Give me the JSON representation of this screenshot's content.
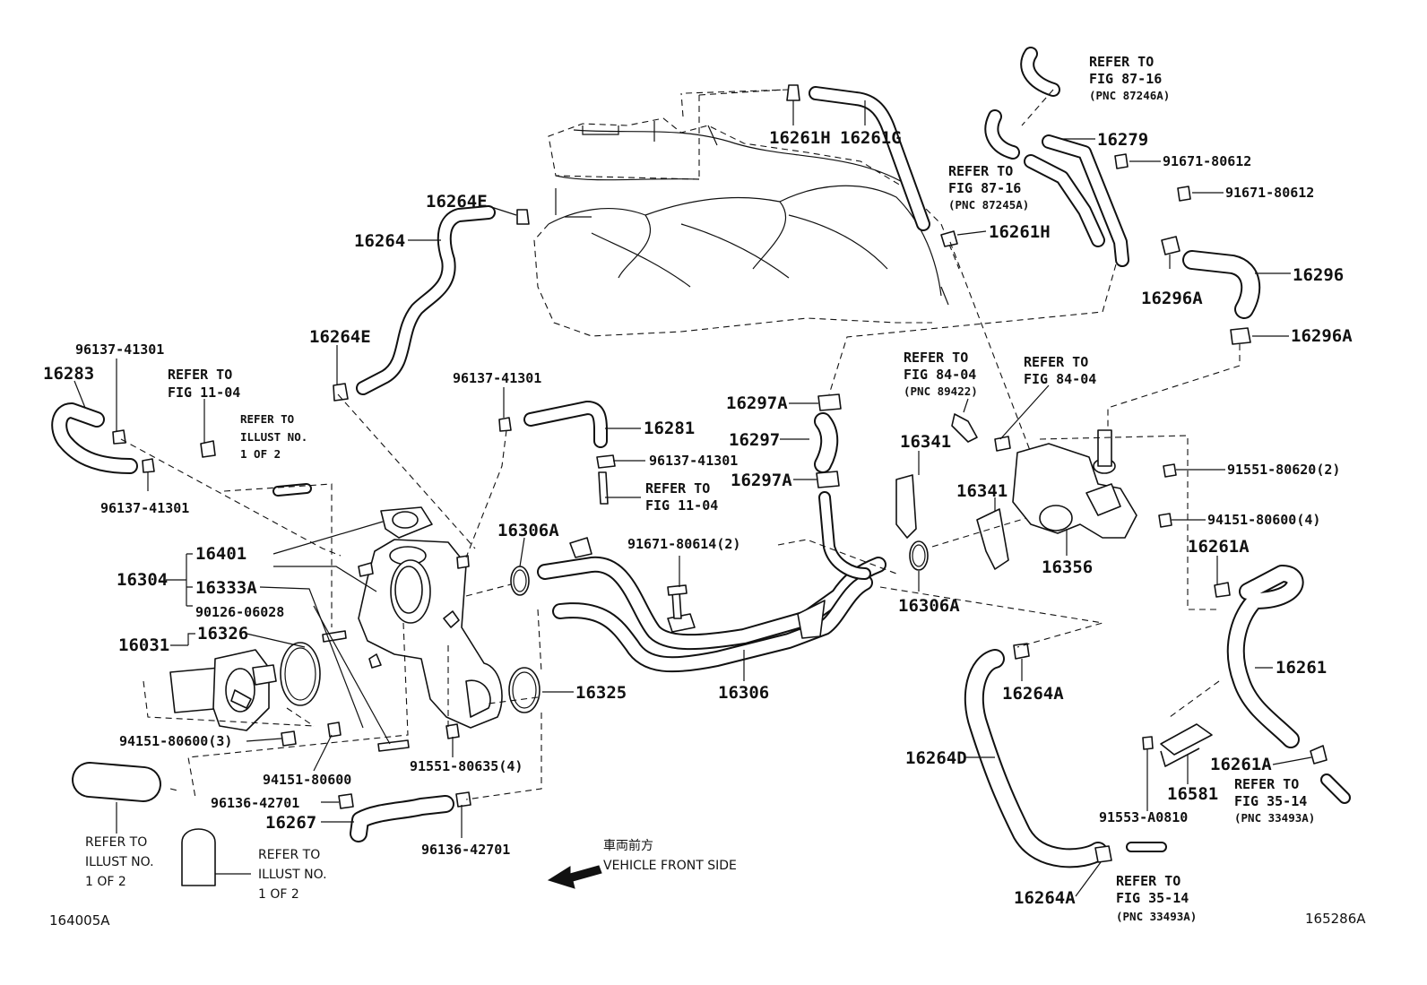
{
  "labels": {
    "p16261H_top": "16261H",
    "p16261G": "16261G",
    "p16264E_top": "16264E",
    "p16264": "16264",
    "p16264E": "16264E",
    "p16283": "16283",
    "p96137_41301_a": "96137-41301",
    "p96137_41301_b": "96137-41301",
    "p96137_41301_c": "96137-41301",
    "p96137_41301_d": "96137-41301",
    "p16281": "16281",
    "p16297A_a": "16297A",
    "p16297": "16297",
    "p16297A_b": "16297A",
    "p16261H_mid": "16261H",
    "p16279": "16279",
    "p91671_80612_a": "91671-80612",
    "p91671_80612_b": "91671-80612",
    "p16296": "16296",
    "p16296A_a": "16296A",
    "p16296A_b": "16296A",
    "p16341_a": "16341",
    "p16341_b": "16341",
    "p16356": "16356",
    "p91551_80620": "91551-80620(2)",
    "p94151_80600_4": "94151-80600(4)",
    "p16261A_a": "16261A",
    "p16261": "16261",
    "p16261A_b": "16261A",
    "p16581": "16581",
    "p91553_A0810": "91553-A0810",
    "p16264A_a": "16264A",
    "p16264D": "16264D",
    "p16264A_b": "16264A",
    "p16306A_a": "16306A",
    "p16306A_b": "16306A",
    "p91671_80614": "91671-80614(2)",
    "p16306": "16306",
    "p16325": "16325",
    "p16401": "16401",
    "p16304": "16304",
    "p16333A": "16333A",
    "p90126_06028": "90126-06028",
    "p16031": "16031",
    "p16326": "16326",
    "p94151_80600_3": "94151-80600(3)",
    "p94151_80600": "94151-80600",
    "p91551_80635": "91551-80635(4)",
    "p96136_42701_a": "96136-42701",
    "p96136_42701_b": "96136-42701",
    "p16267": "16267"
  },
  "refs": {
    "fig87_16_top": [
      "REFER TO",
      "FIG 87-16",
      "(PNC 87246A)"
    ],
    "fig87_16_mid": [
      "REFER TO",
      "FIG 87-16",
      "(PNC 87245A)"
    ],
    "fig11_04_left": [
      "REFER TO",
      "FIG 11-04"
    ],
    "illust_1of2_mid": [
      "REFER TO",
      "ILLUST NO.",
      "1 OF 2"
    ],
    "fig11_04_mid": [
      "REFER TO",
      "FIG 11-04"
    ],
    "fig84_04_a": [
      "REFER TO",
      "FIG 84-04",
      "(PNC 89422)"
    ],
    "fig84_04_b": [
      "REFER TO",
      "FIG 84-04"
    ],
    "fig35_14_right": [
      "REFER TO",
      "FIG 35-14",
      "(PNC 33493A)"
    ],
    "fig35_14_bottom": [
      "REFER TO",
      "FIG 35-14",
      "(PNC 33493A)"
    ],
    "illust_1of2_bl1": [
      "REFER TO",
      "ILLUST NO.",
      "1 OF 2"
    ],
    "illust_1of2_bl2": [
      "REFER TO",
      "ILLUST NO.",
      "1 OF 2"
    ]
  },
  "direction": {
    "jp": "車両前方",
    "en": "VEHICLE FRONT SIDE"
  },
  "corners": {
    "left": "164005A",
    "right": "165286A"
  }
}
